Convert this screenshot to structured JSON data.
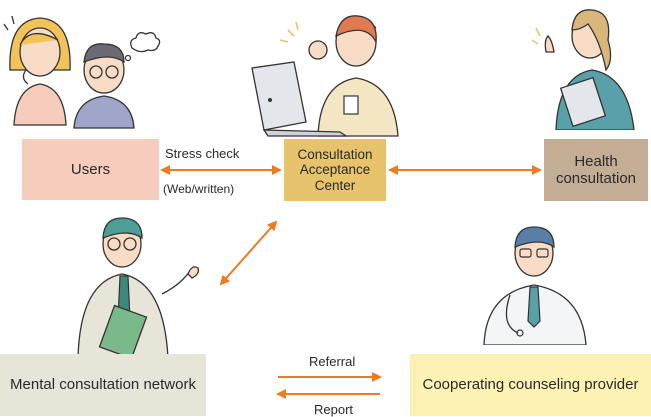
{
  "nodes": {
    "users": "Users",
    "center": "Consultation Acceptance Center",
    "health": "Health consultation",
    "mental": "Mental consultation network",
    "coop": "Cooperating counseling provider"
  },
  "edges": {
    "stress_check": "Stress check",
    "stress_check_sub": "(Web/written)",
    "referral": "Referral",
    "report": "Report"
  },
  "colors": {
    "arrow": "#ee7b22",
    "users_box": "#f6cdbd",
    "center_box": "#e7c46c",
    "health_box": "#c4ad95",
    "mental_box": "#e7e4d8",
    "coop_box": "#fdf1b3"
  },
  "icons": [
    "worried-users-illustration",
    "operator-illustration",
    "health-consultant-illustration",
    "counselor-illustration",
    "doctor-illustration"
  ]
}
